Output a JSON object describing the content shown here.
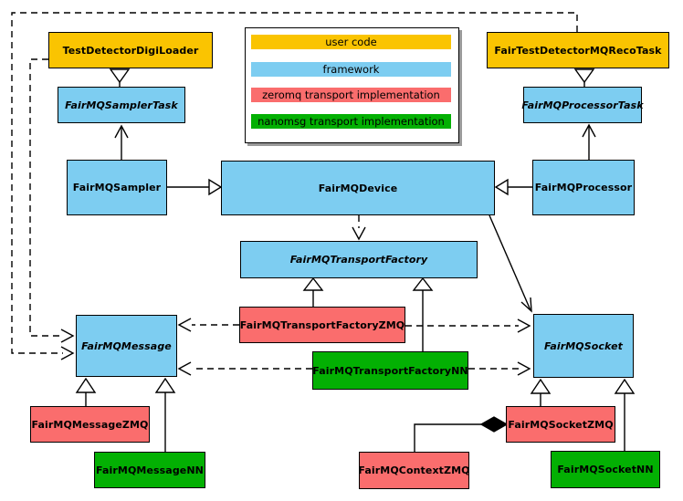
{
  "legend": {
    "items": [
      {
        "id": "user-code",
        "label": "user code",
        "color": "#fac401"
      },
      {
        "id": "framework",
        "label": "framework",
        "color": "#7dcdf1"
      },
      {
        "id": "zeromq",
        "label": "zeromq transport implementation",
        "color": "#fa6d6d"
      },
      {
        "id": "nanomsg",
        "label": "nanomsg transport implementation",
        "color": "#03b003"
      }
    ]
  },
  "nodes": {
    "testDetectorDigiLoader": {
      "label": "TestDetectorDigiLoader",
      "category": "user code",
      "abstract": false
    },
    "fairTestDetectorMQRecoTask": {
      "label": "FairTestDetectorMQRecoTask",
      "category": "user code",
      "abstract": false
    },
    "fairMQSamplerTask": {
      "label": "FairMQSamplerTask",
      "category": "framework",
      "abstract": true
    },
    "fairMQProcessorTask": {
      "label": "FairMQProcessorTask",
      "category": "framework",
      "abstract": true
    },
    "fairMQSampler": {
      "label": "FairMQSampler",
      "category": "framework",
      "abstract": false
    },
    "fairMQDevice": {
      "label": "FairMQDevice",
      "category": "framework",
      "abstract": false
    },
    "fairMQProcessor": {
      "label": "FairMQProcessor",
      "category": "framework",
      "abstract": false
    },
    "fairMQTransportFactory": {
      "label": "FairMQTransportFactory",
      "category": "framework",
      "abstract": true
    },
    "fairMQTransportFactoryZMQ": {
      "label": "FairMQTransportFactoryZMQ",
      "category": "zeromq",
      "abstract": false
    },
    "fairMQTransportFactoryNN": {
      "label": "FairMQTransportFactoryNN",
      "category": "nanomsg",
      "abstract": false
    },
    "fairMQMessage": {
      "label": "FairMQMessage",
      "category": "framework",
      "abstract": true
    },
    "fairMQSocket": {
      "label": "FairMQSocket",
      "category": "framework",
      "abstract": true
    },
    "fairMQMessageZMQ": {
      "label": "FairMQMessageZMQ",
      "category": "zeromq",
      "abstract": false
    },
    "fairMQMessageNN": {
      "label": "FairMQMessageNN",
      "category": "nanomsg",
      "abstract": false
    },
    "fairMQContextZMQ": {
      "label": "FairMQContextZMQ",
      "category": "zeromq",
      "abstract": false
    },
    "fairMQSocketZMQ": {
      "label": "FairMQSocketZMQ",
      "category": "zeromq",
      "abstract": false
    },
    "fairMQSocketNN": {
      "label": "FairMQSocketNN",
      "category": "nanomsg",
      "abstract": false
    }
  },
  "edges": [
    {
      "from": "TestDetectorDigiLoader",
      "to": "FairMQSamplerTask",
      "type": "inheritance",
      "style": "solid"
    },
    {
      "from": "FairTestDetectorMQRecoTask",
      "to": "FairMQProcessorTask",
      "type": "inheritance",
      "style": "solid"
    },
    {
      "from": "FairMQSampler",
      "to": "FairMQSamplerTask",
      "type": "association",
      "style": "solid"
    },
    {
      "from": "FairMQProcessor",
      "to": "FairMQProcessorTask",
      "type": "association",
      "style": "solid"
    },
    {
      "from": "FairMQSampler",
      "to": "FairMQDevice",
      "type": "inheritance",
      "style": "solid"
    },
    {
      "from": "FairMQProcessor",
      "to": "FairMQDevice",
      "type": "inheritance",
      "style": "solid"
    },
    {
      "from": "FairMQDevice",
      "to": "FairMQTransportFactory",
      "type": "dependency",
      "style": "dashed"
    },
    {
      "from": "FairMQDevice",
      "to": "FairMQSocket",
      "type": "association",
      "style": "solid"
    },
    {
      "from": "FairMQTransportFactoryZMQ",
      "to": "FairMQTransportFactory",
      "type": "inheritance",
      "style": "solid"
    },
    {
      "from": "FairMQTransportFactoryNN",
      "to": "FairMQTransportFactory",
      "type": "inheritance",
      "style": "solid"
    },
    {
      "from": "FairMQTransportFactoryZMQ",
      "to": "FairMQMessage",
      "type": "dependency",
      "style": "dashed"
    },
    {
      "from": "FairMQTransportFactoryZMQ",
      "to": "FairMQSocket",
      "type": "dependency",
      "style": "dashed"
    },
    {
      "from": "FairMQTransportFactoryNN",
      "to": "FairMQMessage",
      "type": "dependency",
      "style": "dashed"
    },
    {
      "from": "FairMQTransportFactoryNN",
      "to": "FairMQSocket",
      "type": "dependency",
      "style": "dashed"
    },
    {
      "from": "TestDetectorDigiLoader",
      "to": "FairMQMessage",
      "type": "dependency",
      "style": "dashed"
    },
    {
      "from": "FairTestDetectorMQRecoTask",
      "to": "FairMQMessage",
      "type": "dependency",
      "style": "dashed"
    },
    {
      "from": "FairMQMessageZMQ",
      "to": "FairMQMessage",
      "type": "inheritance",
      "style": "solid"
    },
    {
      "from": "FairMQMessageNN",
      "to": "FairMQMessage",
      "type": "inheritance",
      "style": "solid"
    },
    {
      "from": "FairMQSocketZMQ",
      "to": "FairMQSocket",
      "type": "inheritance",
      "style": "solid"
    },
    {
      "from": "FairMQSocketNN",
      "to": "FairMQSocket",
      "type": "inheritance",
      "style": "solid"
    },
    {
      "from": "FairMQSocketZMQ",
      "to": "FairMQContextZMQ",
      "type": "composition",
      "style": "solid"
    }
  ]
}
